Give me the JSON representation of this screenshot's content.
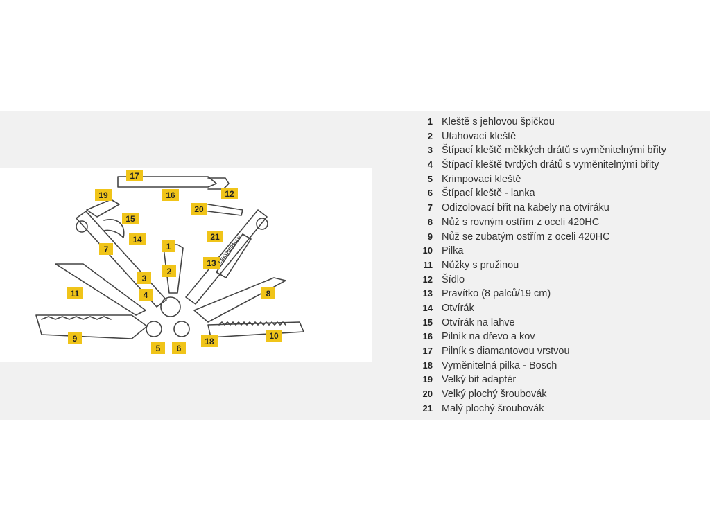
{
  "diagram": {
    "callouts": [
      "1",
      "2",
      "3",
      "4",
      "5",
      "6",
      "7",
      "8",
      "9",
      "10",
      "11",
      "12",
      "13",
      "14",
      "15",
      "16",
      "17",
      "18",
      "19",
      "20",
      "21"
    ],
    "badge_color": "#f0c419",
    "tool_brand": "LEATHERMAN"
  },
  "legend": {
    "items": [
      {
        "num": "1",
        "text": "Kleště s jehlovou špičkou"
      },
      {
        "num": "2",
        "text": "Utahovací kleště"
      },
      {
        "num": "3",
        "text": "Štípací kleště měkkých drátů s vyměnitelnými břity"
      },
      {
        "num": "4",
        "text": "Štípací kleště tvrdých drátů s vyměnitelnými břity"
      },
      {
        "num": "5",
        "text": "Krimpovací kleště"
      },
      {
        "num": "6",
        "text": "Štípací kleště - lanka"
      },
      {
        "num": "7",
        "text": "Odizolovací břit na kabely na otvíráku"
      },
      {
        "num": "8",
        "text": "Nůž s rovným ostřím z oceli 420HC"
      },
      {
        "num": "9",
        "text": "Nůž se zubatým ostřím z oceli 420HC"
      },
      {
        "num": "10",
        "text": "Pilka"
      },
      {
        "num": "11",
        "text": "Nůžky s pružinou"
      },
      {
        "num": "12",
        "text": "Šídlo"
      },
      {
        "num": "13",
        "text": "Pravítko (8 palců/19 cm)"
      },
      {
        "num": "14",
        "text": "Otvírák"
      },
      {
        "num": "15",
        "text": "Otvírák na lahve"
      },
      {
        "num": "16",
        "text": "Pilník na dřevo a kov"
      },
      {
        "num": "17",
        "text": "Pilník s diamantovou vrstvou"
      },
      {
        "num": "18",
        "text": "Vyměnitelná pilka - Bosch"
      },
      {
        "num": "19",
        "text": "Velký bit adaptér"
      },
      {
        "num": "20",
        "text": "Velký plochý šroubovák"
      },
      {
        "num": "21",
        "text": "Malý plochý šroubovák"
      }
    ]
  }
}
